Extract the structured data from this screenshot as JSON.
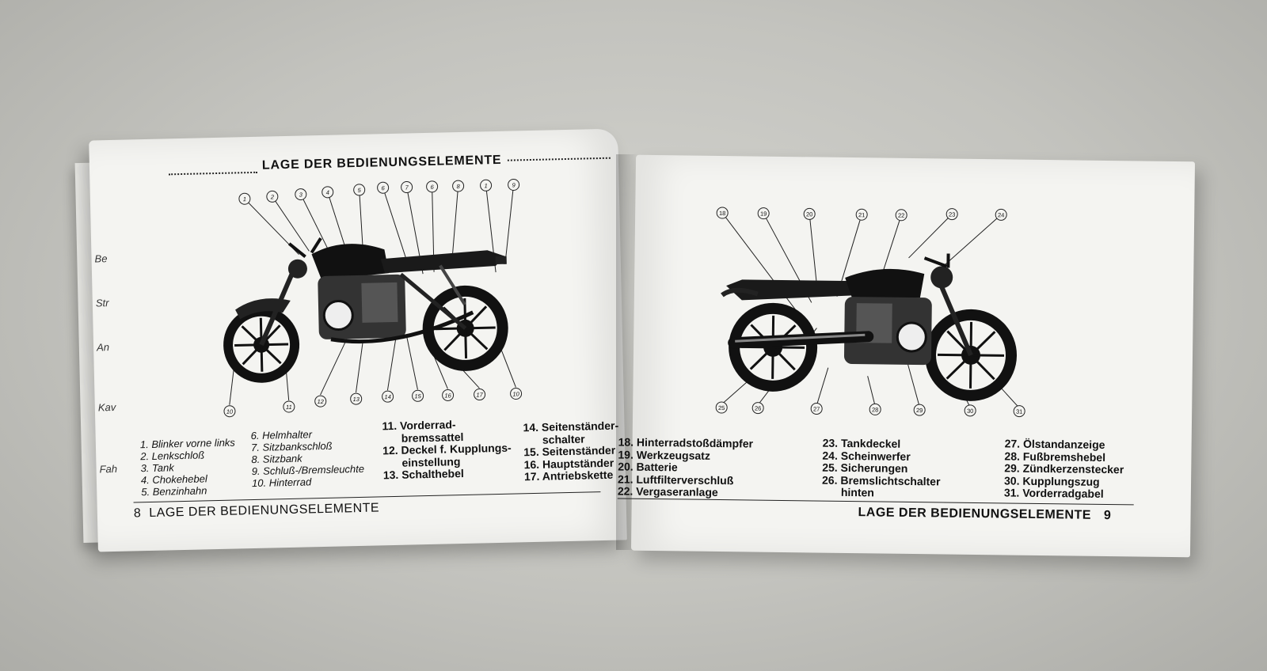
{
  "left_page": {
    "edge_fragments": [
      "Be",
      "Str",
      "An",
      "Kav",
      "Fah"
    ],
    "title": "LAGE DER BEDIENUNGSELEMENTE",
    "callouts_top": [
      "1",
      "2",
      "3",
      "4",
      "5",
      "6",
      "7",
      "6",
      "8",
      "1",
      "9"
    ],
    "callouts_bottom": [
      "10",
      "11",
      "12",
      "13",
      "14",
      "15",
      "16",
      "17",
      "10"
    ],
    "legend_col1": [
      "1. Blinker vorne links",
      "2. Lenkschloß",
      "3. Tank",
      "4. Chokehebel",
      "5. Benzinhahn"
    ],
    "legend_col2": [
      "6. Helmhalter",
      "7. Sitzbankschloß",
      "8. Sitzbank",
      "9. Schluß-/Bremsleuchte",
      "10. Hinterrad"
    ],
    "legend_col3": [
      "11. Vorderrad-",
      "bremssattel",
      "12. Deckel f. Kupplungs-",
      "einstellung",
      "13. Schalthebel"
    ],
    "legend_col4": [
      "14. Seitenständer-",
      "schalter",
      "15. Seitenständer",
      "16. Hauptständer",
      "17. Antriebskette"
    ],
    "page_number": "8",
    "footer_title": "LAGE DER BEDIENUNGSELEMENTE"
  },
  "right_page": {
    "callouts_top": [
      "18",
      "19",
      "20",
      "21",
      "22",
      "23",
      "24"
    ],
    "callouts_bottom": [
      "25",
      "26",
      "27",
      "28",
      "29",
      "30",
      "31"
    ],
    "legend_col1": [
      "18. Hinterradstoßdämpfer",
      "19. Werkzeugsatz",
      "20. Batterie",
      "21. Luftfilterverschluß",
      "22. Vergaseranlage"
    ],
    "legend_col2": [
      "23. Tankdeckel",
      "24. Scheinwerfer",
      "25. Sicherungen",
      "26. Bremslichtschalter",
      "hinten"
    ],
    "legend_col3": [
      "27. Ölstandanzeige",
      "28. Fußbremshebel",
      "29. Zündkerzenstecker",
      "30. Kupplungszug",
      "31. Vorderradgabel"
    ],
    "page_number": "9",
    "footer_title": "LAGE DER BEDIENUNGSELEMENTE"
  },
  "colors": {
    "paper": "#f4f4f1",
    "ink": "#111111",
    "table": "#c3c3be"
  }
}
